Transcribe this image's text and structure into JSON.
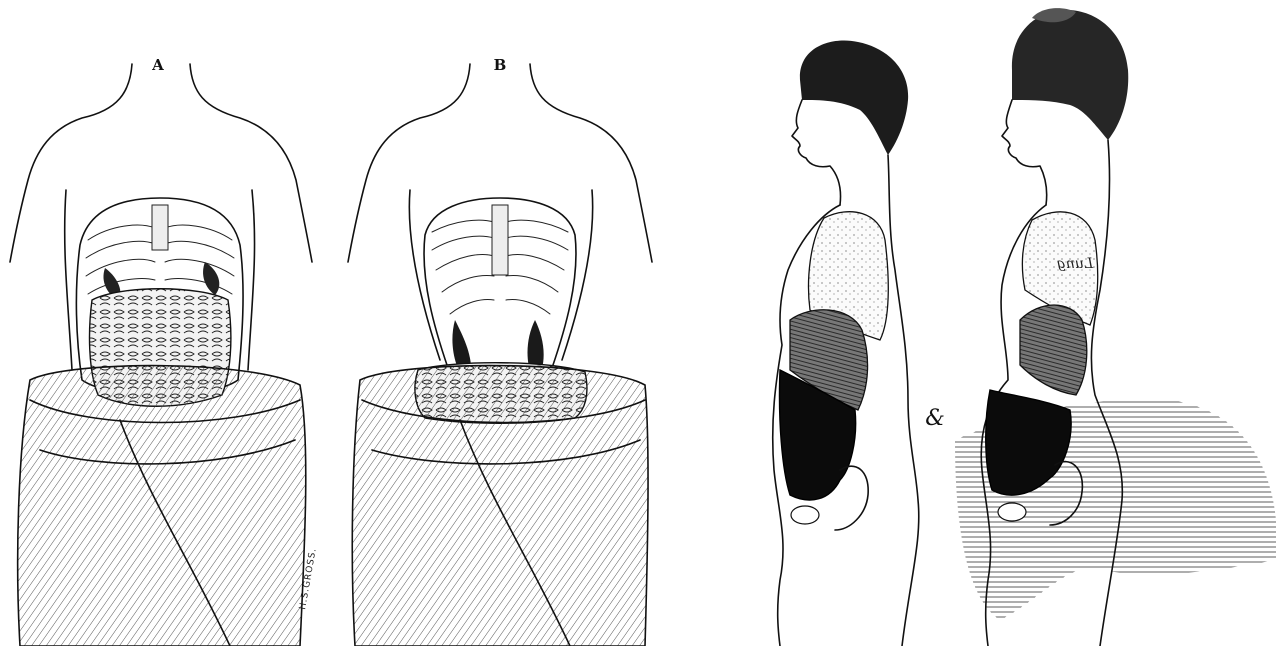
{
  "figures": {
    "left_panel": {
      "label_a": "A",
      "label_b": "B",
      "signature": "H.S.GROSS."
    },
    "right_panel": {
      "lung_label": "Lung",
      "ampersand": "&"
    }
  }
}
